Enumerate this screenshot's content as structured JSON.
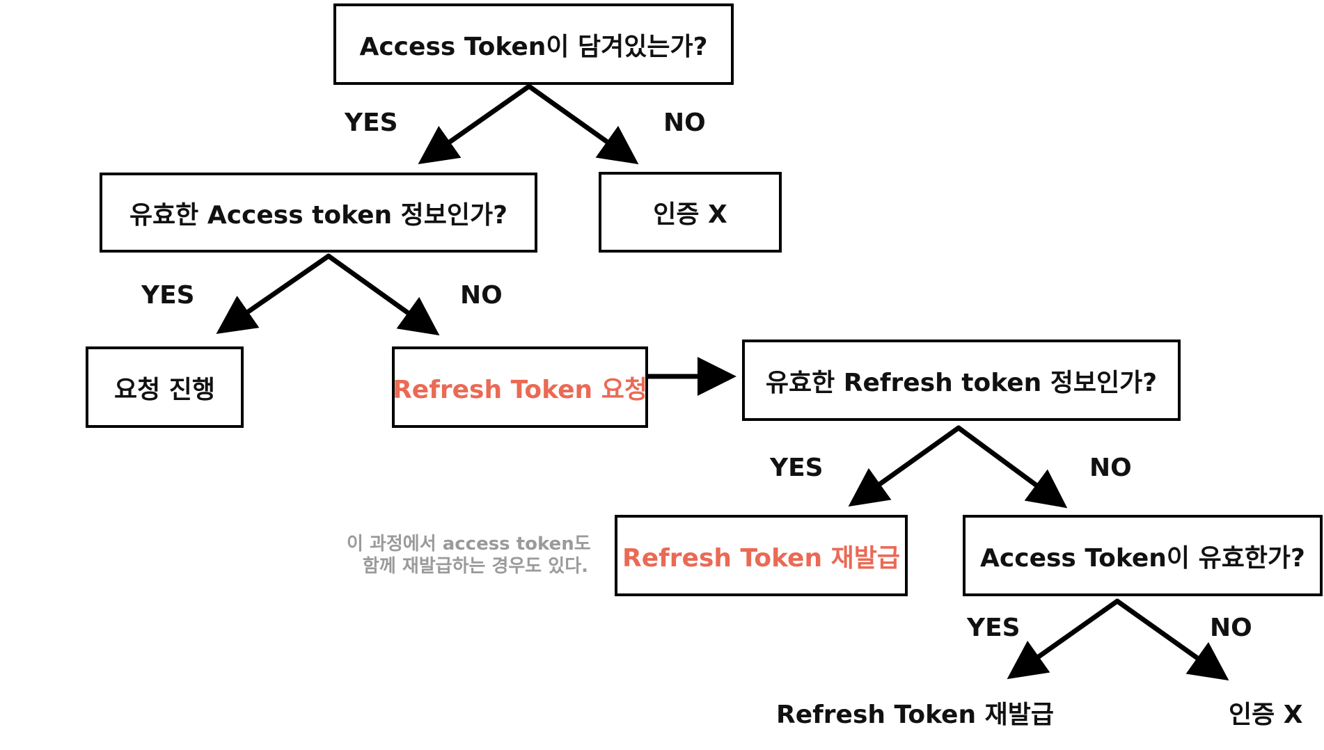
{
  "nodes": {
    "q_access_present": "Access Token이 담겨있는가?",
    "q_access_valid": "유효한 Access token 정보인가?",
    "auth_fail_1": "인증 X",
    "proceed_request": "요청 진행",
    "request_refresh": "Refresh Token 요청",
    "q_refresh_valid": "유효한 Refresh token 정보인가?",
    "reissue_refresh": "Refresh Token 재발급",
    "q_access_valid_2": "Access Token이 유효한가?",
    "reissue_refresh_2": "Refresh Token 재발급",
    "auth_fail_2": "인증 X"
  },
  "edges": {
    "yes": "YES",
    "no": "NO"
  },
  "note": {
    "line1": "이 과정에서 access token도",
    "line2": "함께 재발급하는 경우도 있다."
  },
  "colors": {
    "accent": "#EA6A55",
    "note": "#9a9a9a",
    "stroke": "#000000"
  }
}
